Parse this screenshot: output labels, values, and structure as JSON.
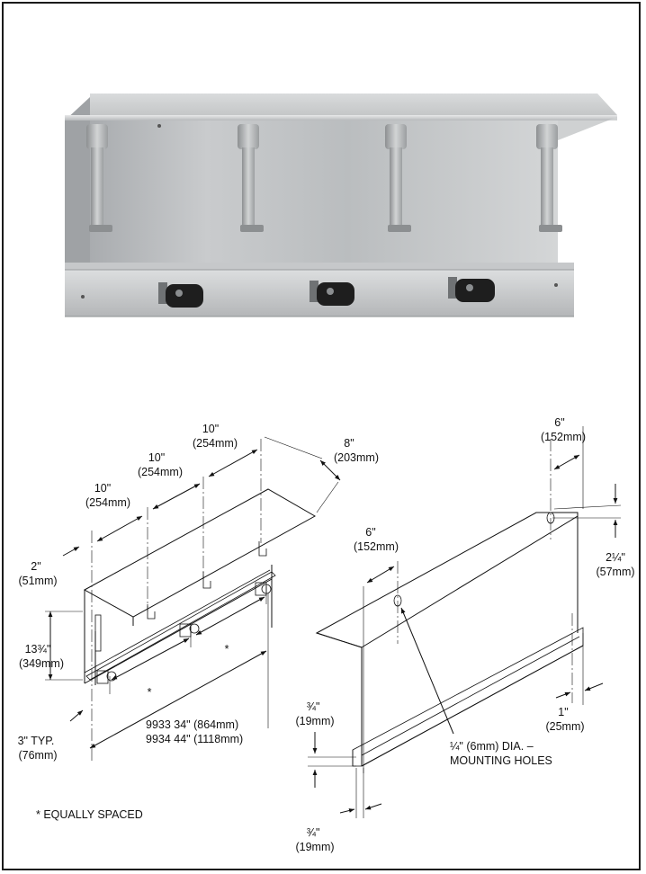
{
  "left_drawing": {
    "spacing_1": {
      "in": "10\"",
      "mm": "(254mm)"
    },
    "spacing_2": {
      "in": "10\"",
      "mm": "(254mm)"
    },
    "spacing_3": {
      "in": "10\"",
      "mm": "(254mm)"
    },
    "depth": {
      "in": "8\"",
      "mm": "(203mm)"
    },
    "top_offset": {
      "in": "2\"",
      "mm": "(51mm)"
    },
    "height": {
      "in": "13¾\"",
      "mm": "(349mm)"
    },
    "bottom_offset": {
      "in": "3\" TYP.",
      "mm": "(76mm)"
    },
    "equal_mark": "*",
    "length_9933": "9933  34\" (864mm)",
    "length_9934": "9934  44\" (1118mm)"
  },
  "right_drawing": {
    "hole_upper": {
      "in": "6\"",
      "mm": "(152mm)"
    },
    "hole_lower": {
      "in": "6\"",
      "mm": "(152mm)"
    },
    "shelf_drop": {
      "in": "2¼\"",
      "mm": "(57mm)"
    },
    "side_inset": {
      "in": "1\"",
      "mm": "(25mm)"
    },
    "bottom_lip": {
      "in": "¾\"",
      "mm": "(19mm)"
    },
    "front_lip": {
      "in": "¾\"",
      "mm": "(19mm)"
    },
    "holes_line1": "¼\" (6mm) DIA. –",
    "holes_line2": "MOUNTING HOLES"
  },
  "footnote": "* EQUALLY SPACED"
}
